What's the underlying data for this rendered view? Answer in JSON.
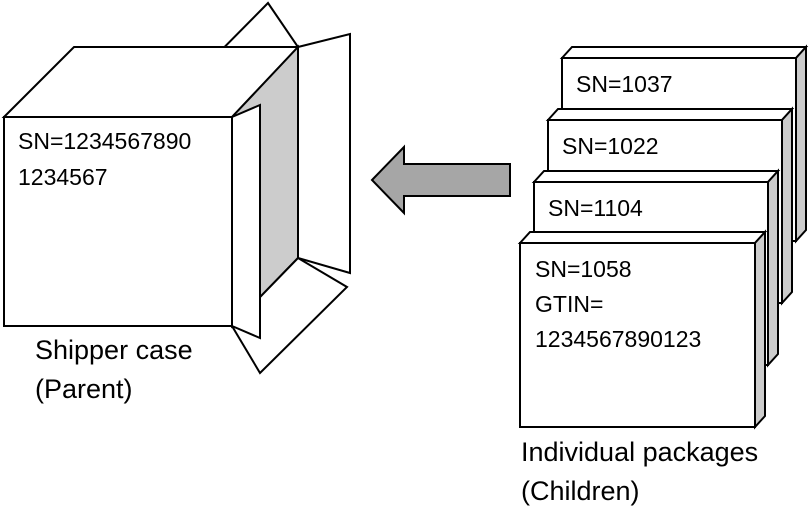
{
  "parent": {
    "box_line1": "SN=1234567890",
    "box_line2": "1234567",
    "caption_line1": "Shipper case",
    "caption_line2": "(Parent)"
  },
  "children": {
    "packages": [
      {
        "sn": "SN=1037"
      },
      {
        "sn": "SN=1022"
      },
      {
        "sn": "SN=1104"
      },
      {
        "sn": "SN=1058",
        "gtin_label": "GTIN=",
        "gtin_value": "1234567890123"
      }
    ],
    "caption_line1": "Individual packages",
    "caption_line2": "(Children)"
  },
  "colors": {
    "stroke": "#000000",
    "box_fill": "#ffffff",
    "shade": "#cccccc",
    "arrow_fill": "#a6a6a6"
  }
}
